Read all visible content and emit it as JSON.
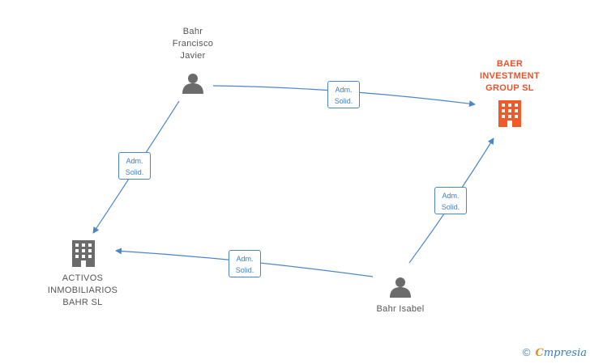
{
  "colors": {
    "edge": "#4a86c8",
    "person_icon": "#6b6b6b",
    "company_icon": "#6b6b6b",
    "main_company_icon": "#f05a28"
  },
  "nodes": {
    "bahr_francisco": {
      "label": "Bahr\nFrancisco\nJavier",
      "type": "person"
    },
    "baer_group": {
      "label": "BAER\nINVESTMENT\nGROUP SL",
      "type": "company-main"
    },
    "activos": {
      "label": "ACTIVOS\nINMOBILIARIOS\nBAHR SL",
      "type": "company"
    },
    "bahr_isabel": {
      "label": "Bahr Isabel",
      "type": "person"
    }
  },
  "edges": {
    "e1": {
      "line1": "Adm.",
      "line2": "Solid."
    },
    "e2": {
      "line1": "Adm.",
      "line2": "Solid."
    },
    "e3": {
      "line1": "Adm.",
      "line2": "Solid."
    },
    "e4": {
      "line1": "Adm.",
      "line2": "Solid."
    }
  },
  "footer": {
    "copyright": "©",
    "brand_initial": "C",
    "brand_rest": "mpresia"
  }
}
